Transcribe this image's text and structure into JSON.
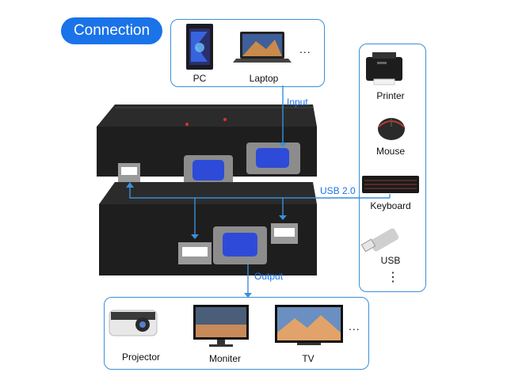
{
  "title": "Connection",
  "inputs": {
    "pc": "PC",
    "laptop": "Laptop",
    "more": "..."
  },
  "connectors": {
    "input": "Input",
    "usb": "USB 2.0",
    "output": "Output"
  },
  "usb_devices": {
    "printer": "Printer",
    "mouse": "Mouse",
    "keyboard": "Keyboard",
    "usb": "USB",
    "more": "⋮"
  },
  "outputs": {
    "projector": "Projector",
    "monitor": "Moniter",
    "tv": "TV",
    "more": "..."
  },
  "colors": {
    "accent": "#1a73e8",
    "border": "#3b8fd9",
    "device": "#1e1e1e",
    "vga": "#2d4bd8"
  }
}
